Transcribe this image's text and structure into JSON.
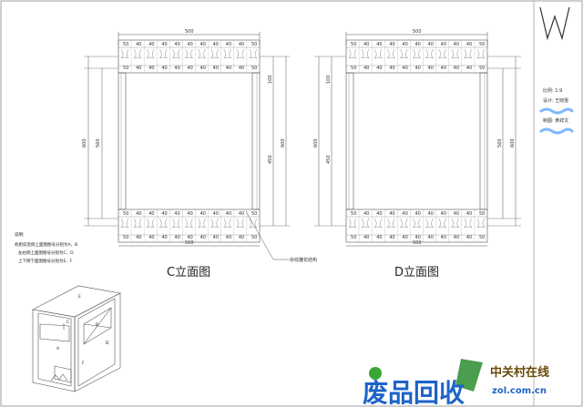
{
  "drawing": {
    "view_c_title": "C立面图",
    "view_d_title": "D立面图",
    "dim_top": "500",
    "dim_bottom": "500",
    "dim_outer_height": "600",
    "dim_inner_height": "560",
    "dim_mid": "450",
    "dim_small": "100",
    "dim_seg": "40",
    "dim_edge": "50",
    "callout_label": "杂纹雕花结构",
    "notes_title": "说明:",
    "notes": [
      "机柜前后侧上面图图号分别为A、B",
      "左右侧上面图图号分别为C、D",
      "上下侧下面图图号分别为E、F"
    ],
    "iso_labels": [
      "A",
      "B",
      "C",
      "D",
      "E",
      "F"
    ]
  },
  "title_block": {
    "scale_label": "比例: 1:9",
    "designer_label": "设计: 王晓雯",
    "drafter_label": "制图: 黄祥文"
  },
  "watermark": {
    "logo_text": "中关村在线",
    "big_text": "废品回收",
    "url_text": "zol.com.cn"
  },
  "colors": {
    "line": "#555555",
    "frame": "#444444",
    "scribble": "#7fb8ff",
    "wm_blue": "#1e63c8",
    "wm_green": "#3aa636"
  }
}
